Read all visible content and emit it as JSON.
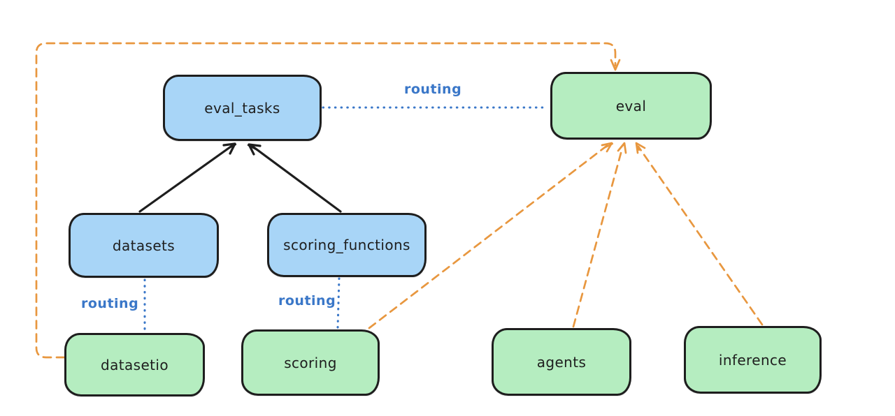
{
  "diagram": {
    "background_color": "#ffffff",
    "colors": {
      "resource_node_fill": "#a8d5f7",
      "api_node_fill": "#b5edc0",
      "node_border": "#1e1e1e",
      "routing_line": "#3a77c8",
      "provider_arrow": "#e8973f",
      "dependency_arrow": "#1e1e1e"
    },
    "nodes": [
      {
        "id": "eval_tasks",
        "label": "eval_tasks",
        "fill": "blue"
      },
      {
        "id": "eval",
        "label": "eval",
        "fill": "green"
      },
      {
        "id": "datasets",
        "label": "datasets",
        "fill": "blue"
      },
      {
        "id": "scoring_functions",
        "label": "scoring_functions",
        "fill": "blue"
      },
      {
        "id": "datasetio",
        "label": "datasetio",
        "fill": "green"
      },
      {
        "id": "scoring",
        "label": "scoring",
        "fill": "green"
      },
      {
        "id": "agents",
        "label": "agents",
        "fill": "green"
      },
      {
        "id": "inference",
        "label": "inference",
        "fill": "green"
      }
    ],
    "edges": [
      {
        "from": "datasets",
        "to": "eval_tasks",
        "style": "solid-black-arrow",
        "label": ""
      },
      {
        "from": "scoring_functions",
        "to": "eval_tasks",
        "style": "solid-black-arrow",
        "label": ""
      },
      {
        "from": "eval_tasks",
        "to": "eval",
        "style": "dotted-blue",
        "label": "routing"
      },
      {
        "from": "datasets",
        "to": "datasetio",
        "style": "dotted-blue",
        "label": "routing"
      },
      {
        "from": "scoring_functions",
        "to": "scoring",
        "style": "dotted-blue",
        "label": "routing"
      },
      {
        "from": "datasetio",
        "to": "eval",
        "style": "dashed-orange-arrow",
        "label": ""
      },
      {
        "from": "scoring",
        "to": "eval",
        "style": "dashed-orange-arrow",
        "label": ""
      },
      {
        "from": "agents",
        "to": "eval",
        "style": "dashed-orange-arrow",
        "label": ""
      },
      {
        "from": "inference",
        "to": "eval",
        "style": "dashed-orange-arrow",
        "label": ""
      }
    ]
  }
}
